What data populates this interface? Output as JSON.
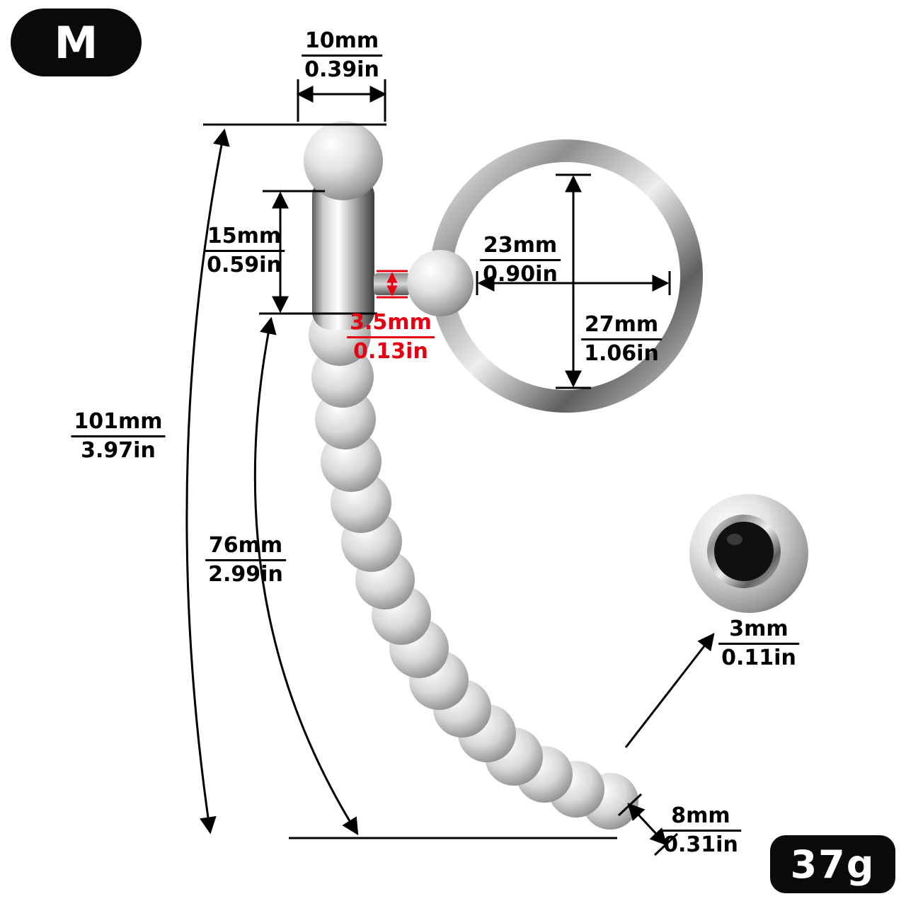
{
  "badges": {
    "size": "M",
    "weight": "37g"
  },
  "labels": {
    "tip_width": {
      "mm": "10mm",
      "in": "0.39in"
    },
    "head_length": {
      "mm": "15mm",
      "in": "0.59in"
    },
    "pin_diameter": {
      "mm": "3.5mm",
      "in": "0.13in"
    },
    "ring_inner_width": {
      "mm": "23mm",
      "in": "0.90in"
    },
    "ring_inner_height": {
      "mm": "27mm",
      "in": "1.06in"
    },
    "total_length": {
      "mm": "101mm",
      "in": "3.97in"
    },
    "shaft_length": {
      "mm": "76mm",
      "in": "2.99in"
    },
    "hole_diameter": {
      "mm": "3mm",
      "in": "0.11in"
    },
    "tip_diameter": {
      "mm": "8mm",
      "in": "0.31in"
    }
  },
  "colors": {
    "accent_red": "#e60012",
    "badge_background": "#0a0a0a",
    "dimension_line": "#000000",
    "background": "#ffffff"
  }
}
